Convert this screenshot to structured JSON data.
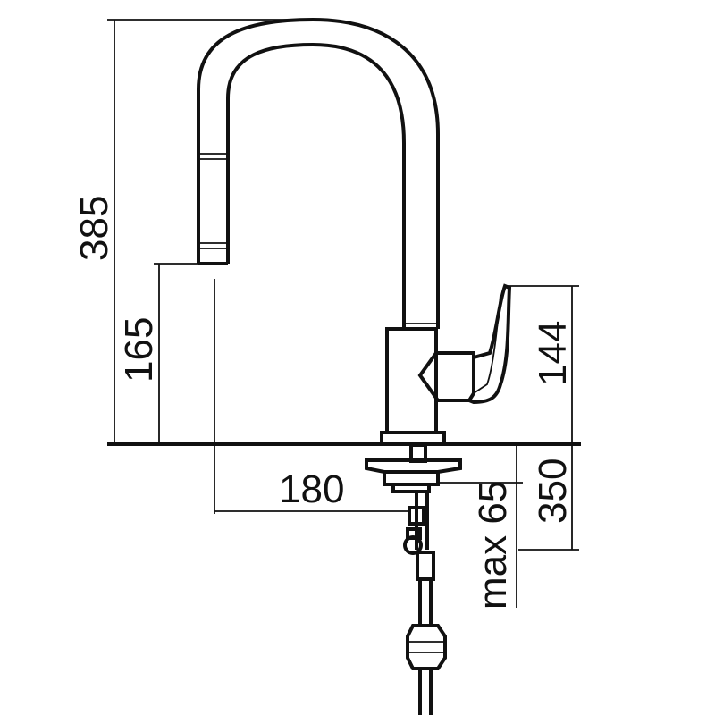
{
  "dimensions": {
    "total_height": "385",
    "spout_height": "165",
    "lever_height": "144",
    "reach": "180",
    "hose_length": "350",
    "max_thickness": "max 65"
  },
  "colors": {
    "line": "#111111",
    "background": "#ffffff"
  }
}
